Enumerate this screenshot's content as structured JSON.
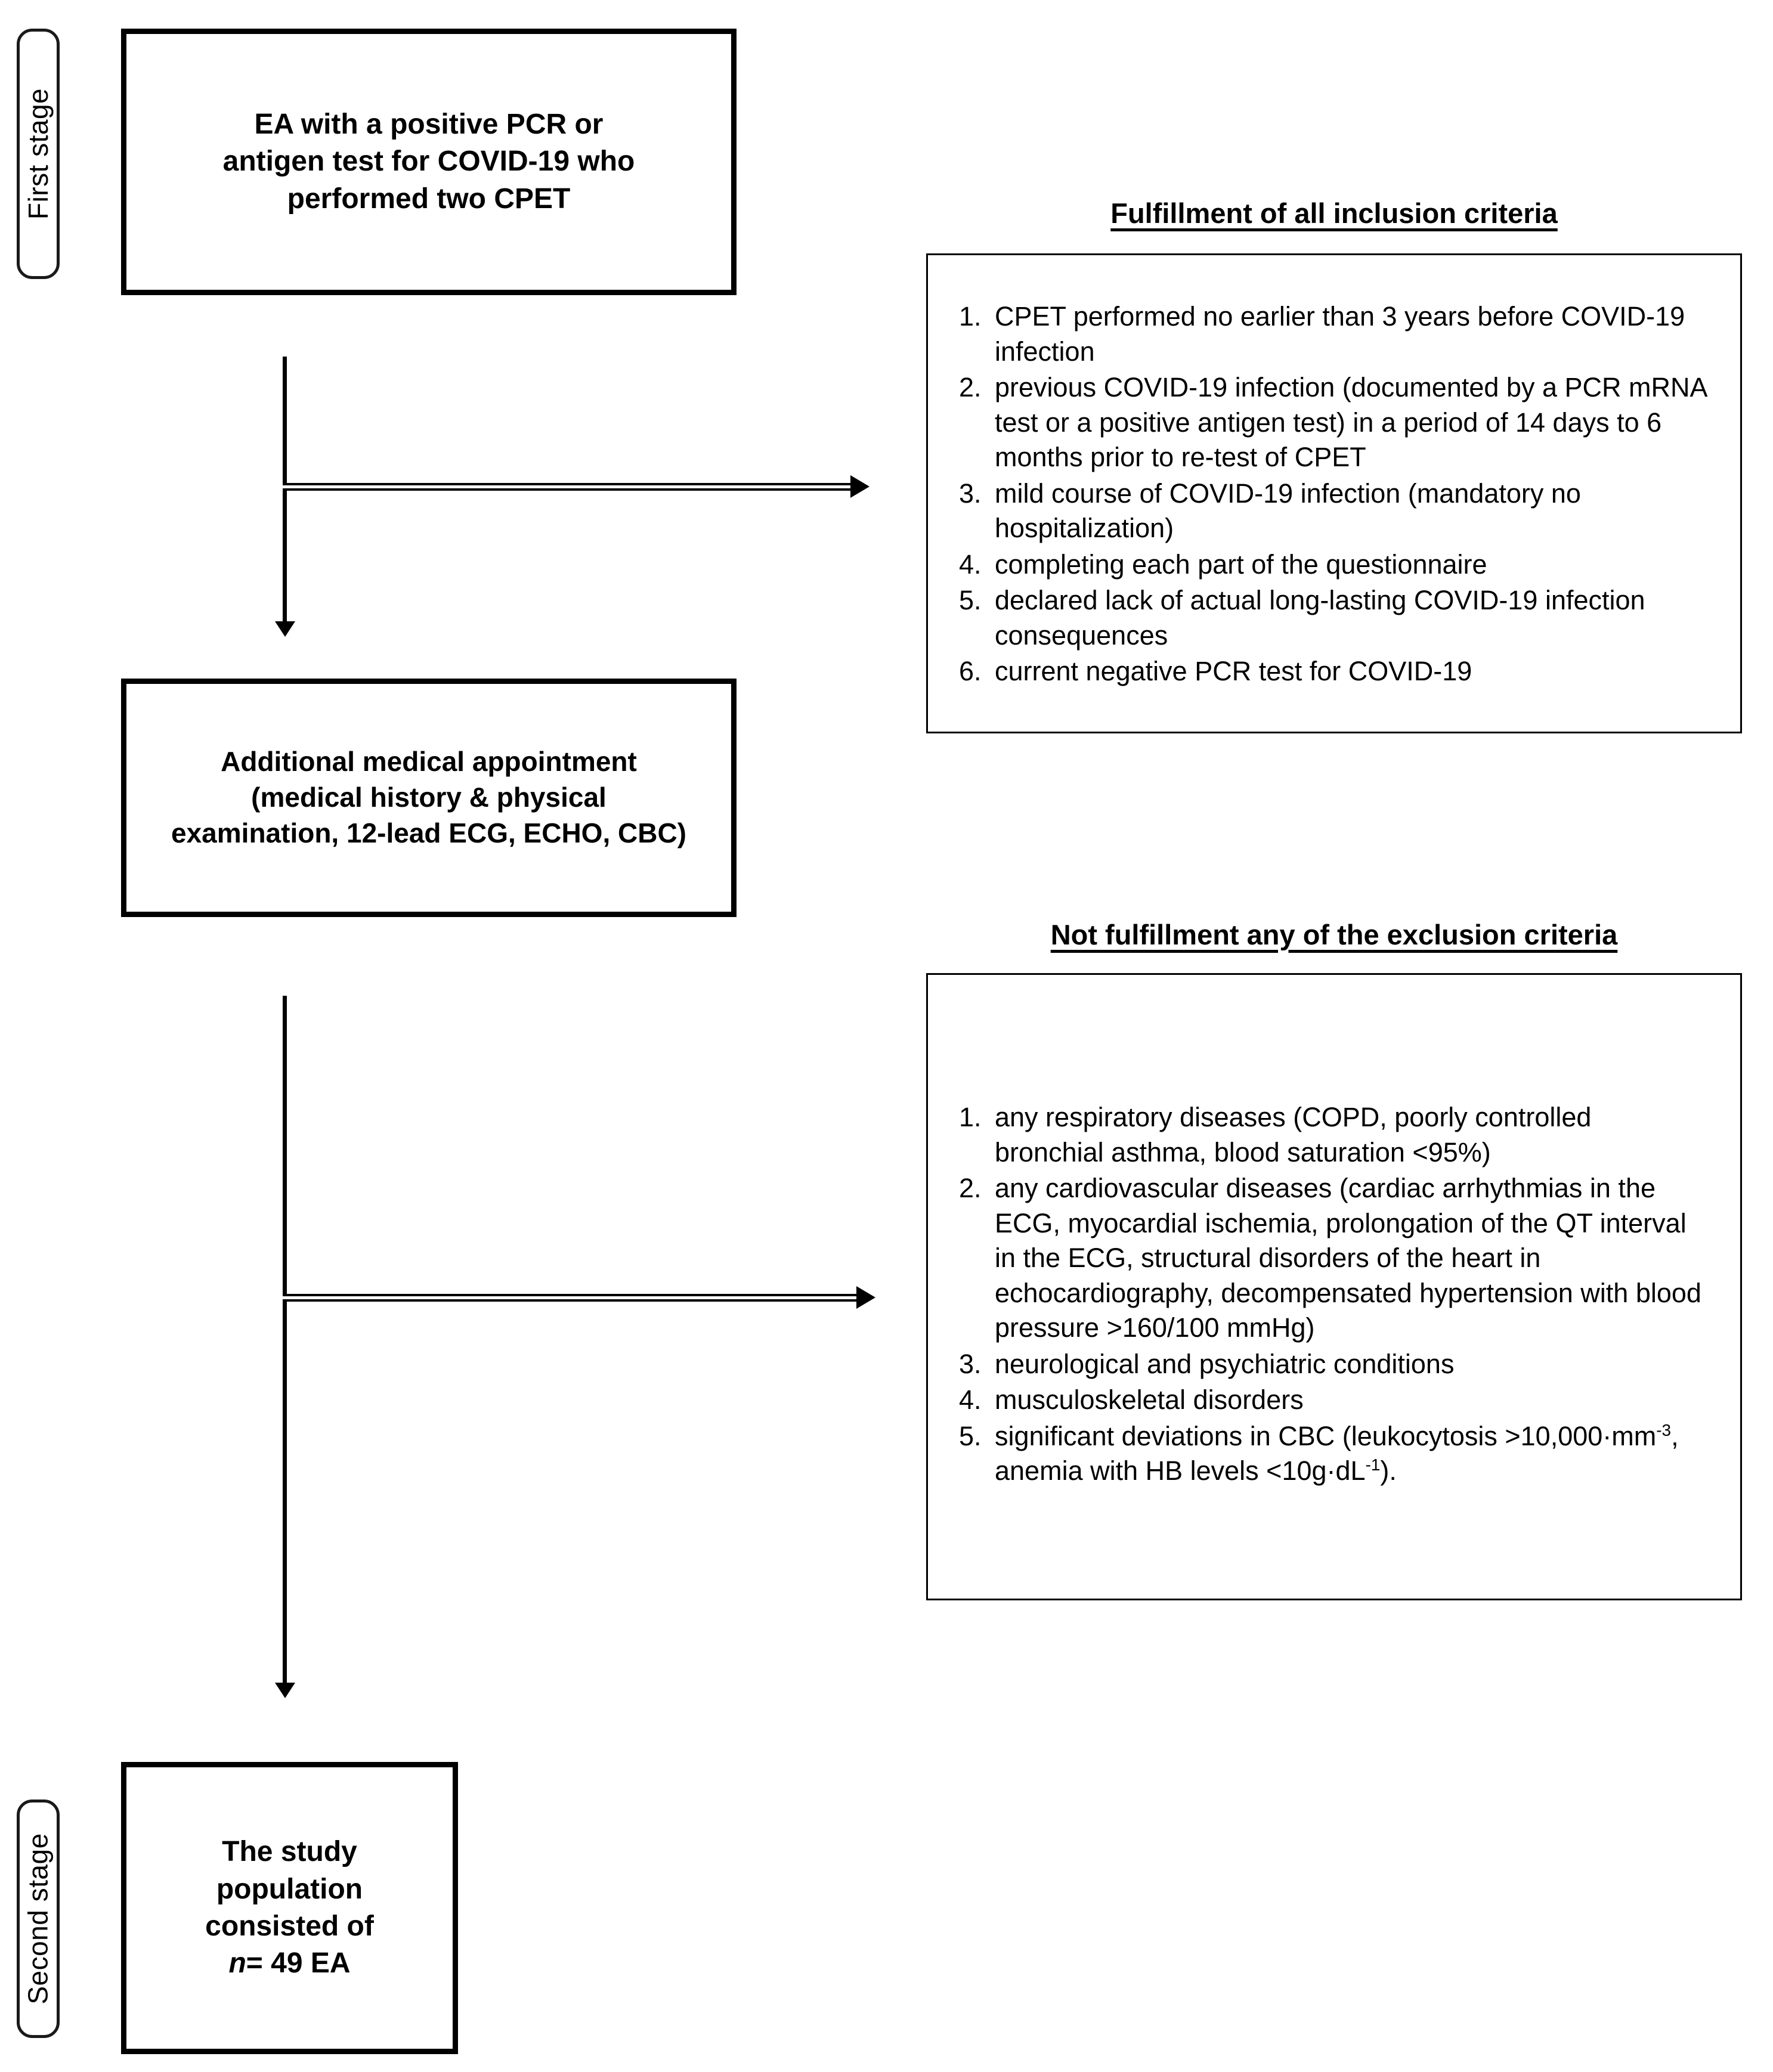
{
  "figure": {
    "type": "study-flow-diagram",
    "title": "Study participant selection flow"
  },
  "stages": [
    {
      "id": "first",
      "label": "First stage"
    },
    {
      "id": "second",
      "label": "Second stage"
    }
  ],
  "process_boxes": [
    {
      "id": "source-population",
      "text": "EA with a positive PCR or\nantigen test for COVID-19 who\nperformed two CPET"
    },
    {
      "id": "additional-appointment",
      "text": "Additional medical appointment\n(medical history & physical\nexamination, 12-lead ECG, ECHO, CBC)"
    },
    {
      "id": "study-population",
      "line1": "The study",
      "line2": "population",
      "line3": "consisted of",
      "line4_prefix": "n",
      "line4_suffix": "= 49 EA"
    }
  ],
  "criteria_panels": [
    {
      "id": "inclusion",
      "title": "Fulfillment of all inclusion criteria",
      "items": [
        {
          "num": "1.",
          "text": "CPET performed no earlier than 3 years before COVID-19 infection"
        },
        {
          "num": "2.",
          "text": "previous COVID-19 infection (documented by a PCR mRNA test or a positive antigen test) in a period of 14 days to 6 months prior to re-test of CPET"
        },
        {
          "num": "3.",
          "text": "mild course of COVID-19 infection (mandatory no hospitalization)"
        },
        {
          "num": "4.",
          "text": "completing each part of the questionnaire"
        },
        {
          "num": "5.",
          "text": "declared lack of actual long-lasting COVID-19 infection consequences"
        },
        {
          "num": "6.",
          "text": "current negative PCR test for COVID-19"
        }
      ]
    },
    {
      "id": "exclusion",
      "title": "Not fulfillment any of the exclusion criteria",
      "items": [
        {
          "num": "1.",
          "text": "any respiratory diseases (COPD, poorly controlled bronchial asthma, blood saturation <95%)"
        },
        {
          "num": "2.",
          "text": "any cardiovascular diseases (cardiac arrhythmias in the ECG, myocardial ischemia, prolongation of the QT interval in the ECG, structural disorders of the heart in echocardiography, decompensated hypertension with blood pressure >160/100 mmHg)"
        },
        {
          "num": "3.",
          "text": "neurological and psychiatric conditions"
        },
        {
          "num": "4.",
          "text": "musculoskeletal disorders"
        },
        {
          "num": "5.",
          "html": "significant deviations in CBC (leukocytosis >10,000&#183;mm<sup>-3</sup>, anemia with HB levels <10g&#183;dL<sup>-1</sup>)."
        }
      ]
    }
  ],
  "colors": {
    "stroke": "#000000",
    "background": "#ffffff",
    "pill_stroke": "#1a1a1a"
  }
}
